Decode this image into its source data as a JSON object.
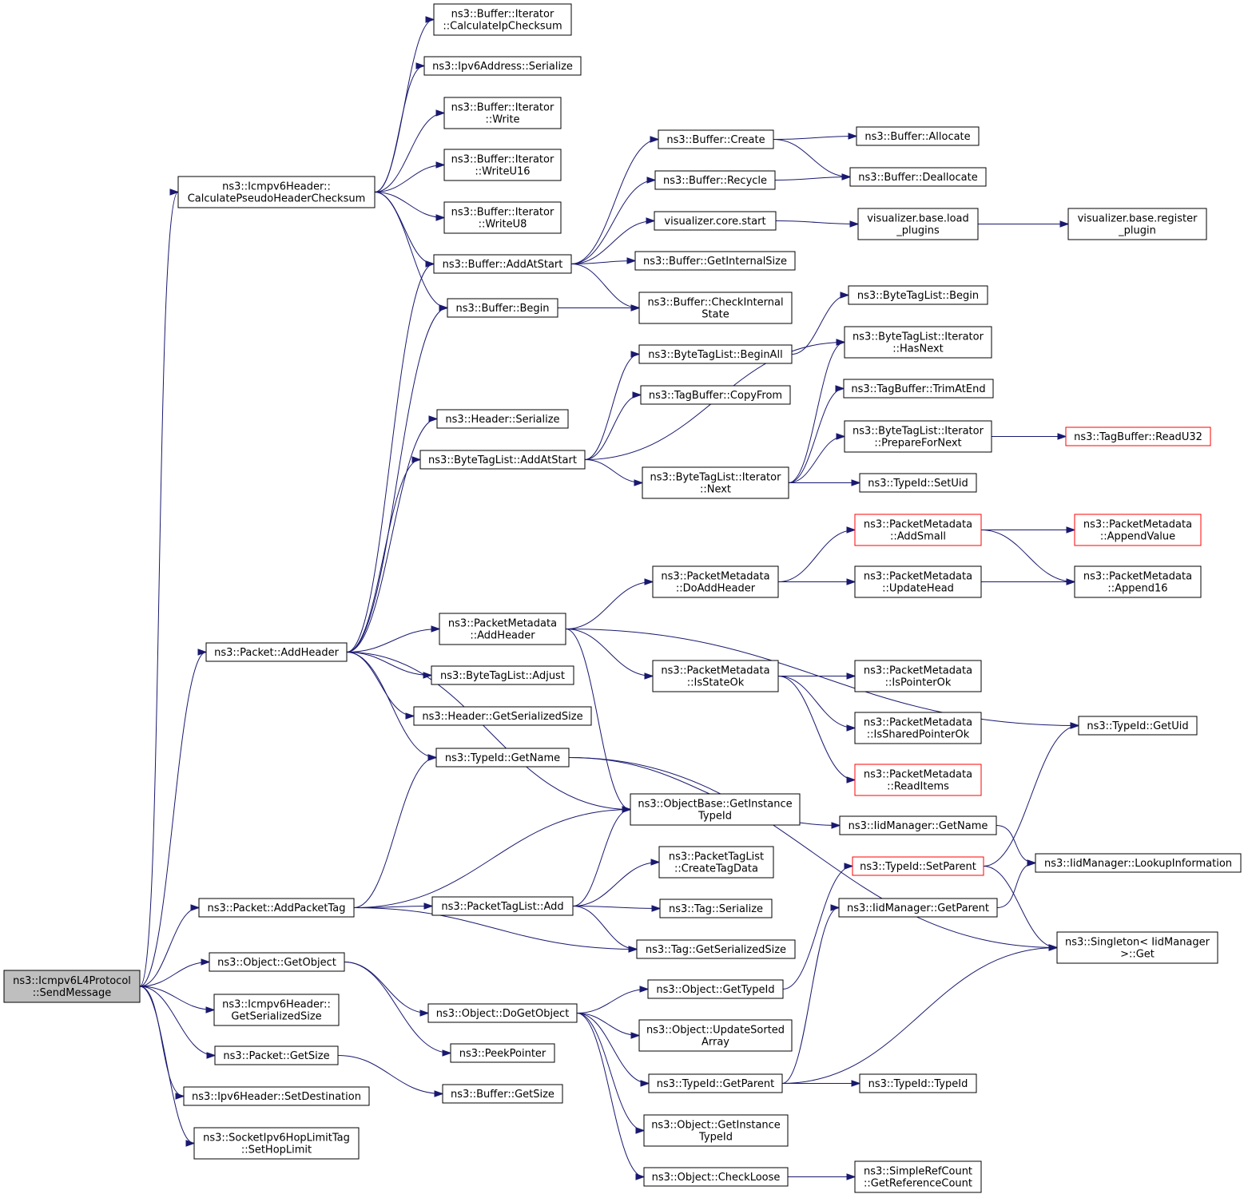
{
  "graph": {
    "edge_color": "#191970",
    "root_fill": "#bfbfbf",
    "truncated_border": "#ff0000",
    "nodes": [
      {
        "id": "root",
        "lines": [
          "ns3::Icmpv6L4Protocol",
          "::SendMessage"
        ],
        "style": "root"
      },
      {
        "id": "calcPseudo",
        "lines": [
          "ns3::Icmpv6Header::",
          "CalculatePseudoHeaderChecksum"
        ]
      },
      {
        "id": "pktAddHeader",
        "lines": [
          "ns3::Packet::AddHeader"
        ]
      },
      {
        "id": "pktAddPacketTag",
        "lines": [
          "ns3::Packet::AddPacketTag"
        ]
      },
      {
        "id": "objGetObject",
        "lines": [
          "ns3::Object::GetObject"
        ]
      },
      {
        "id": "icmpSerSize",
        "lines": [
          "ns3::Icmpv6Header::",
          "GetSerializedSize"
        ]
      },
      {
        "id": "pktGetSize",
        "lines": [
          "ns3::Packet::GetSize"
        ]
      },
      {
        "id": "ipv6SetDest",
        "lines": [
          "ns3::Ipv6Header::SetDestination"
        ]
      },
      {
        "id": "setHopLimit",
        "lines": [
          "ns3::SocketIpv6HopLimitTag",
          "::SetHopLimit"
        ]
      },
      {
        "id": "calcIpCk",
        "lines": [
          "ns3::Buffer::Iterator",
          "::CalculateIpChecksum"
        ]
      },
      {
        "id": "ipv6Ser",
        "lines": [
          "ns3::Ipv6Address::Serialize"
        ]
      },
      {
        "id": "bufWrite",
        "lines": [
          "ns3::Buffer::Iterator",
          "::Write"
        ]
      },
      {
        "id": "bufWriteU16",
        "lines": [
          "ns3::Buffer::Iterator",
          "::WriteU16"
        ]
      },
      {
        "id": "bufWriteU8",
        "lines": [
          "ns3::Buffer::Iterator",
          "::WriteU8"
        ]
      },
      {
        "id": "bufAddAtStart",
        "lines": [
          "ns3::Buffer::AddAtStart"
        ]
      },
      {
        "id": "bufBegin",
        "lines": [
          "ns3::Buffer::Begin"
        ]
      },
      {
        "id": "hdrSerialize",
        "lines": [
          "ns3::Header::Serialize"
        ]
      },
      {
        "id": "btlAddAtStart",
        "lines": [
          "ns3::ByteTagList::AddAtStart"
        ]
      },
      {
        "id": "pmAddHeader",
        "lines": [
          "ns3::PacketMetadata",
          "::AddHeader"
        ]
      },
      {
        "id": "btlAdjust",
        "lines": [
          "ns3::ByteTagList::Adjust"
        ]
      },
      {
        "id": "hdrGetSerSize",
        "lines": [
          "ns3::Header::GetSerializedSize"
        ]
      },
      {
        "id": "tidGetName",
        "lines": [
          "ns3::TypeId::GetName"
        ]
      },
      {
        "id": "objBaseGetTid",
        "lines": [
          "ns3::ObjectBase::GetInstance",
          "TypeId"
        ]
      },
      {
        "id": "ptlAdd",
        "lines": [
          "ns3::PacketTagList::Add"
        ]
      },
      {
        "id": "tagGetSerSize",
        "lines": [
          "ns3::Tag::GetSerializedSize"
        ]
      },
      {
        "id": "objDoGetObject",
        "lines": [
          "ns3::Object::DoGetObject"
        ]
      },
      {
        "id": "peekPointer",
        "lines": [
          "ns3::PeekPointer"
        ]
      },
      {
        "id": "bufGetSize",
        "lines": [
          "ns3::Buffer::GetSize"
        ]
      },
      {
        "id": "bufCreate",
        "lines": [
          "ns3::Buffer::Create"
        ]
      },
      {
        "id": "bufRecycle",
        "lines": [
          "ns3::Buffer::Recycle"
        ]
      },
      {
        "id": "vizCoreStart",
        "lines": [
          "visualizer.core.start"
        ]
      },
      {
        "id": "bufGetInternalSize",
        "lines": [
          "ns3::Buffer::GetInternalSize"
        ]
      },
      {
        "id": "bufCheckInternal",
        "lines": [
          "ns3::Buffer::CheckInternal",
          "State"
        ]
      },
      {
        "id": "btlBeginAll",
        "lines": [
          "ns3::ByteTagList::BeginAll"
        ]
      },
      {
        "id": "tbCopyFrom",
        "lines": [
          "ns3::TagBuffer::CopyFrom"
        ]
      },
      {
        "id": "btlIterNext",
        "lines": [
          "ns3::ByteTagList::Iterator",
          "::Next"
        ]
      },
      {
        "id": "pmDoAddHeader",
        "lines": [
          "ns3::PacketMetadata",
          "::DoAddHeader"
        ]
      },
      {
        "id": "pmIsStateOk",
        "lines": [
          "ns3::PacketMetadata",
          "::IsStateOk"
        ]
      },
      {
        "id": "ptlCreateTagData",
        "lines": [
          "ns3::PacketTagList",
          "::CreateTagData"
        ]
      },
      {
        "id": "tagSerialize",
        "lines": [
          "ns3::Tag::Serialize"
        ]
      },
      {
        "id": "objGetTypeId",
        "lines": [
          "ns3::Object::GetTypeId"
        ]
      },
      {
        "id": "objUpdateSorted",
        "lines": [
          "ns3::Object::UpdateSorted",
          "Array"
        ]
      },
      {
        "id": "tidGetParent",
        "lines": [
          "ns3::TypeId::GetParent"
        ]
      },
      {
        "id": "objGetInstTid",
        "lines": [
          "ns3::Object::GetInstance",
          "TypeId"
        ]
      },
      {
        "id": "objCheckLoose",
        "lines": [
          "ns3::Object::CheckLoose"
        ]
      },
      {
        "id": "bufAllocate",
        "lines": [
          "ns3::Buffer::Allocate"
        ]
      },
      {
        "id": "bufDeallocate",
        "lines": [
          "ns3::Buffer::Deallocate"
        ]
      },
      {
        "id": "vizLoadPlugins",
        "lines": [
          "visualizer.base.load",
          "_plugins"
        ]
      },
      {
        "id": "btlBegin",
        "lines": [
          "ns3::ByteTagList::Begin"
        ]
      },
      {
        "id": "btlIterHasNext",
        "lines": [
          "ns3::ByteTagList::Iterator",
          "::HasNext"
        ]
      },
      {
        "id": "tbTrimAtEnd",
        "lines": [
          "ns3::TagBuffer::TrimAtEnd"
        ]
      },
      {
        "id": "btlIterPrepare",
        "lines": [
          "ns3::ByteTagList::Iterator",
          "::PrepareForNext"
        ]
      },
      {
        "id": "tidSetUid",
        "lines": [
          "ns3::TypeId::SetUid"
        ]
      },
      {
        "id": "pmAddSmall",
        "lines": [
          "ns3::PacketMetadata",
          "::AddSmall"
        ],
        "style": "trunc"
      },
      {
        "id": "pmUpdateHead",
        "lines": [
          "ns3::PacketMetadata",
          "::UpdateHead"
        ]
      },
      {
        "id": "pmIsPointerOk",
        "lines": [
          "ns3::PacketMetadata",
          "::IsPointerOk"
        ]
      },
      {
        "id": "pmIsSharedPtrOk",
        "lines": [
          "ns3::PacketMetadata",
          "::IsSharedPointerOk"
        ]
      },
      {
        "id": "pmReadItems",
        "lines": [
          "ns3::PacketMetadata",
          "::ReadItems"
        ],
        "style": "trunc"
      },
      {
        "id": "iidGetName",
        "lines": [
          "ns3::IidManager::GetName"
        ]
      },
      {
        "id": "tidSetParent",
        "lines": [
          "ns3::TypeId::SetParent"
        ],
        "style": "trunc"
      },
      {
        "id": "iidGetParent",
        "lines": [
          "ns3::IidManager::GetParent"
        ]
      },
      {
        "id": "tidTypeId",
        "lines": [
          "ns3::TypeId::TypeId"
        ]
      },
      {
        "id": "srcGetRefCount",
        "lines": [
          "ns3::SimpleRefCount",
          "::GetReferenceCount"
        ]
      },
      {
        "id": "vizRegisterPlugin",
        "lines": [
          "visualizer.base.register",
          "_plugin"
        ]
      },
      {
        "id": "tbReadU32",
        "lines": [
          "ns3::TagBuffer::ReadU32"
        ],
        "style": "trunc"
      },
      {
        "id": "pmAppendValue",
        "lines": [
          "ns3::PacketMetadata",
          "::AppendValue"
        ],
        "style": "trunc"
      },
      {
        "id": "pmAppend16",
        "lines": [
          "ns3::PacketMetadata",
          "::Append16"
        ]
      },
      {
        "id": "tidGetUid",
        "lines": [
          "ns3::TypeId::GetUid"
        ]
      },
      {
        "id": "iidLookupInfo",
        "lines": [
          "ns3::IidManager::LookupInformation"
        ]
      },
      {
        "id": "singletonGet",
        "lines": [
          "ns3::Singleton< IidManager",
          ">::Get"
        ]
      }
    ],
    "edges": [
      [
        "root",
        "calcPseudo"
      ],
      [
        "root",
        "pktAddHeader"
      ],
      [
        "root",
        "pktAddPacketTag"
      ],
      [
        "root",
        "objGetObject"
      ],
      [
        "root",
        "icmpSerSize"
      ],
      [
        "root",
        "pktGetSize"
      ],
      [
        "root",
        "ipv6SetDest"
      ],
      [
        "root",
        "setHopLimit"
      ],
      [
        "calcPseudo",
        "calcIpCk"
      ],
      [
        "calcPseudo",
        "ipv6Ser"
      ],
      [
        "calcPseudo",
        "bufWrite"
      ],
      [
        "calcPseudo",
        "bufWriteU16"
      ],
      [
        "calcPseudo",
        "bufWriteU8"
      ],
      [
        "calcPseudo",
        "bufAddAtStart"
      ],
      [
        "calcPseudo",
        "bufBegin"
      ],
      [
        "pktAddHeader",
        "bufAddAtStart"
      ],
      [
        "pktAddHeader",
        "bufBegin"
      ],
      [
        "pktAddHeader",
        "hdrSerialize"
      ],
      [
        "pktAddHeader",
        "btlAddAtStart"
      ],
      [
        "pktAddHeader",
        "pmAddHeader"
      ],
      [
        "pktAddHeader",
        "btlAdjust"
      ],
      [
        "pktAddHeader",
        "hdrGetSerSize"
      ],
      [
        "pktAddHeader",
        "tidGetName"
      ],
      [
        "pktAddHeader",
        "objBaseGetTid"
      ],
      [
        "pktAddPacketTag",
        "tidGetName"
      ],
      [
        "pktAddPacketTag",
        "objBaseGetTid"
      ],
      [
        "pktAddPacketTag",
        "ptlAdd"
      ],
      [
        "pktAddPacketTag",
        "tagGetSerSize"
      ],
      [
        "objGetObject",
        "objDoGetObject"
      ],
      [
        "objGetObject",
        "peekPointer"
      ],
      [
        "pktGetSize",
        "bufGetSize"
      ],
      [
        "bufAddAtStart",
        "bufCreate"
      ],
      [
        "bufAddAtStart",
        "bufRecycle"
      ],
      [
        "bufAddAtStart",
        "vizCoreStart"
      ],
      [
        "bufAddAtStart",
        "bufGetInternalSize"
      ],
      [
        "bufAddAtStart",
        "bufCheckInternal"
      ],
      [
        "bufBegin",
        "bufCheckInternal"
      ],
      [
        "btlAddAtStart",
        "btlBeginAll"
      ],
      [
        "btlAddAtStart",
        "tbCopyFrom"
      ],
      [
        "btlAddAtStart",
        "btlIterHasNext"
      ],
      [
        "btlAddAtStart",
        "btlIterNext"
      ],
      [
        "pmAddHeader",
        "pmDoAddHeader"
      ],
      [
        "pmAddHeader",
        "pmIsStateOk"
      ],
      [
        "pmAddHeader",
        "objBaseGetTid"
      ],
      [
        "pmAddHeader",
        "tidGetUid"
      ],
      [
        "tidGetName",
        "iidGetName"
      ],
      [
        "tidGetName",
        "singletonGet"
      ],
      [
        "ptlAdd",
        "objBaseGetTid"
      ],
      [
        "ptlAdd",
        "ptlCreateTagData"
      ],
      [
        "ptlAdd",
        "tagSerialize"
      ],
      [
        "ptlAdd",
        "tagGetSerSize"
      ],
      [
        "objDoGetObject",
        "objGetTypeId"
      ],
      [
        "objDoGetObject",
        "objUpdateSorted"
      ],
      [
        "objDoGetObject",
        "tidGetParent"
      ],
      [
        "objDoGetObject",
        "objGetInstTid"
      ],
      [
        "objDoGetObject",
        "objCheckLoose"
      ],
      [
        "bufCreate",
        "bufAllocate"
      ],
      [
        "bufCreate",
        "bufDeallocate"
      ],
      [
        "bufRecycle",
        "bufDeallocate"
      ],
      [
        "vizCoreStart",
        "vizLoadPlugins"
      ],
      [
        "vizLoadPlugins",
        "vizRegisterPlugin"
      ],
      [
        "btlBeginAll",
        "btlBegin"
      ],
      [
        "btlIterNext",
        "btlIterHasNext"
      ],
      [
        "btlIterNext",
        "tbTrimAtEnd"
      ],
      [
        "btlIterNext",
        "btlIterPrepare"
      ],
      [
        "btlIterNext",
        "tidSetUid"
      ],
      [
        "btlIterPrepare",
        "tbReadU32"
      ],
      [
        "pmDoAddHeader",
        "pmAddSmall"
      ],
      [
        "pmDoAddHeader",
        "pmUpdateHead"
      ],
      [
        "pmAddSmall",
        "pmAppendValue"
      ],
      [
        "pmAddSmall",
        "pmAppend16"
      ],
      [
        "pmUpdateHead",
        "pmAppend16"
      ],
      [
        "pmIsStateOk",
        "pmIsPointerOk"
      ],
      [
        "pmIsStateOk",
        "pmIsSharedPtrOk"
      ],
      [
        "pmIsStateOk",
        "pmReadItems"
      ],
      [
        "objGetTypeId",
        "tidSetParent"
      ],
      [
        "tidGetParent",
        "iidGetParent"
      ],
      [
        "tidGetParent",
        "tidTypeId"
      ],
      [
        "tidGetParent",
        "singletonGet"
      ],
      [
        "objCheckLoose",
        "srcGetRefCount"
      ],
      [
        "iidGetName",
        "iidLookupInfo"
      ],
      [
        "tidSetParent",
        "tidGetUid"
      ],
      [
        "tidSetParent",
        "singletonGet"
      ],
      [
        "iidGetParent",
        "iidLookupInfo"
      ]
    ]
  }
}
